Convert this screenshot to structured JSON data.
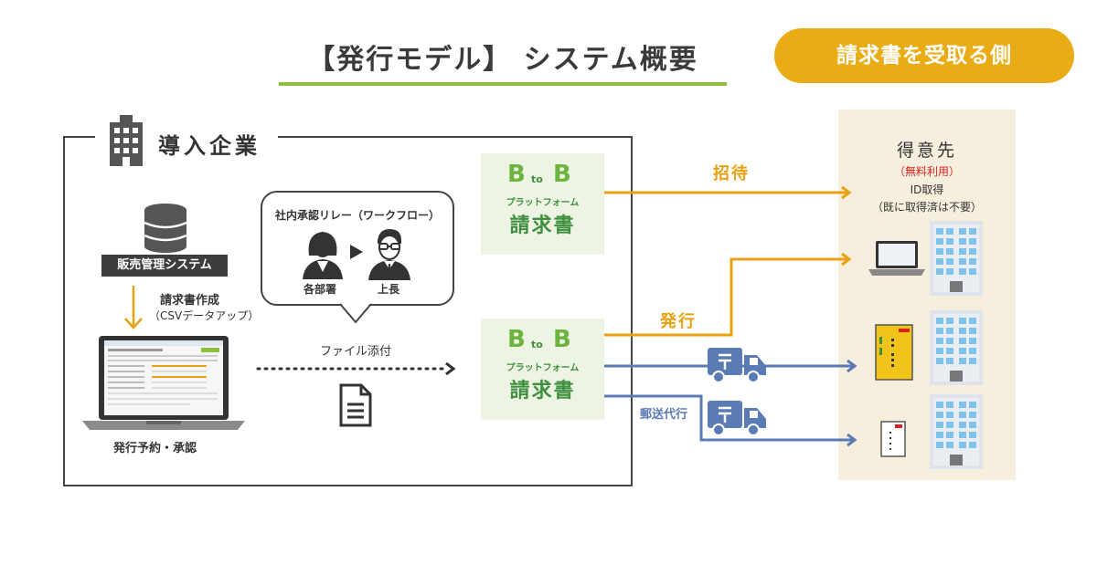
{
  "colors": {
    "accent_green": "#8cbf3f",
    "badge_orange": "#e9ac14",
    "arrow_orange": "#e8a20f",
    "arrow_blue": "#5b7bb5",
    "btob_green": "#3f8f3f",
    "btob_light": "#6db33f",
    "customer_bg": "#f6efdd",
    "free_red": "#e02020"
  },
  "header": {
    "title": "【発行モデル】 システム概要",
    "badge": "請求書を受取る側"
  },
  "company": {
    "icon": "building-icon",
    "title": "導入企業",
    "system_label": "販売管理システム",
    "create_label": "請求書作成",
    "create_sub": "（CSVデータアップ）",
    "laptop_caption": "発行予約・承認",
    "attach_label": "ファイル添付",
    "bubble": {
      "title": "社内承認リレー（ワークフロー）",
      "left_person": "各部署",
      "right_person": "上長"
    }
  },
  "btob": {
    "letter_b": "B",
    "letter_to": "to",
    "platform": "プラットフォーム",
    "invoice": "請求書"
  },
  "flows": {
    "invite": "招待",
    "issue": "発行",
    "postal": "郵送代行"
  },
  "customer": {
    "title": "得意先",
    "free": "（無料利用）",
    "id": "ID取得",
    "note": "（既に取得済は不要）"
  }
}
